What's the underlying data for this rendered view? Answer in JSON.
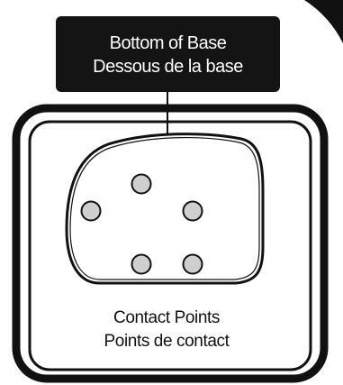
{
  "label": {
    "line_en": "Bottom of Base",
    "line_fr": "Dessous de la base"
  },
  "caption": {
    "line_en": "Contact Points",
    "line_fr": "Points de contact"
  },
  "contact_points": {
    "count": 5
  },
  "colors": {
    "label_background": "#141414",
    "label_text": "#ffffff",
    "outline": "#111111",
    "contact_point_fill": "#cfcfcf",
    "background": "#ffffff"
  }
}
